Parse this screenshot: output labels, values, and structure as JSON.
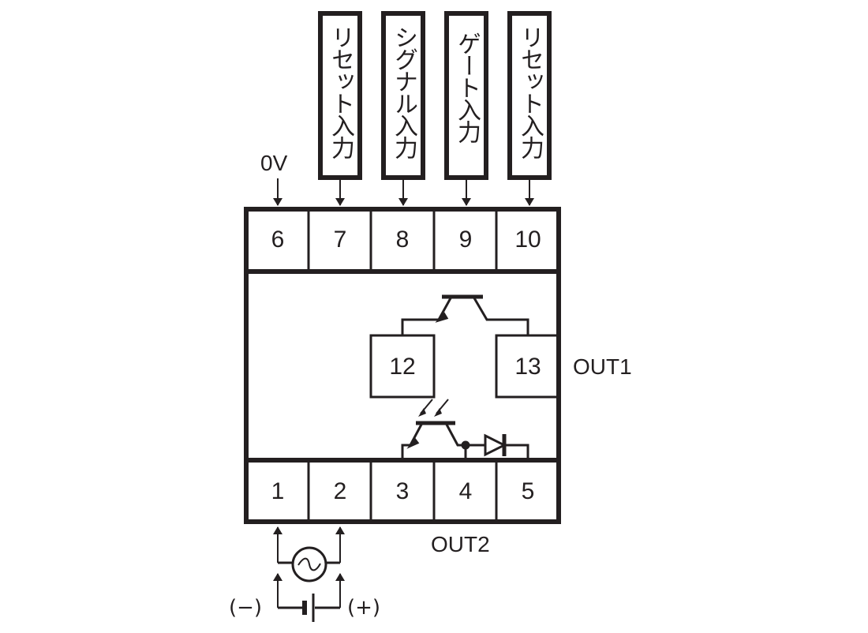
{
  "inputs": [
    {
      "label": "リセット入力"
    },
    {
      "label": "シグナル入力"
    },
    {
      "label": "ゲート入力"
    },
    {
      "label": "リセット入力"
    }
  ],
  "zero_volt_label": "0V",
  "top_terminals": [
    "6",
    "7",
    "8",
    "9",
    "10"
  ],
  "bottom_terminals": [
    "1",
    "2",
    "3",
    "4",
    "5"
  ],
  "inner_terminals": [
    "12",
    "13"
  ],
  "out1_label": "OUT1",
  "out2_label": "OUT2",
  "polarity": {
    "negative": "(−)",
    "positive": "(+)"
  }
}
